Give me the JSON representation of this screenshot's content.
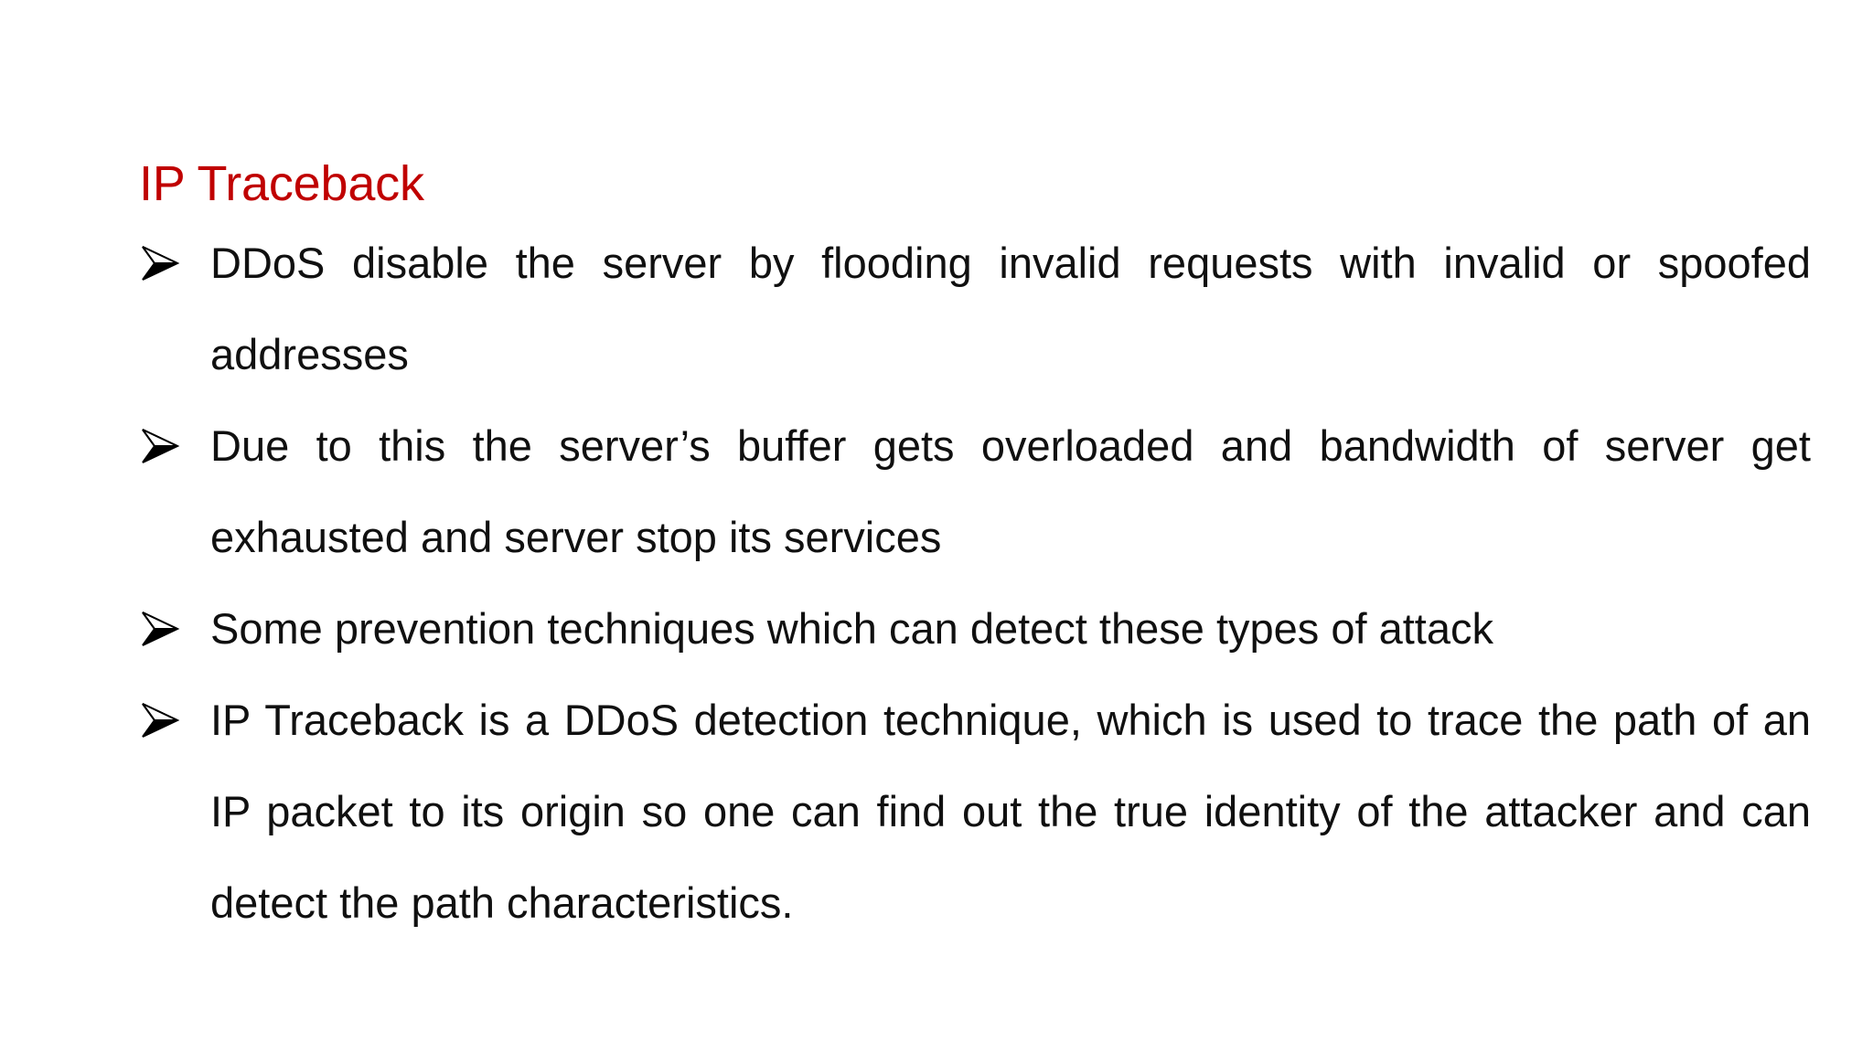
{
  "slide": {
    "background_color": "#FFFFFF",
    "title": {
      "text": "IP Traceback",
      "color": "#C00000"
    },
    "bullet_marker": {
      "glyph": "arrowhead-bullet",
      "unicode": "➢",
      "color": "#000000"
    },
    "body": {
      "text_color": "#101010",
      "bullets": [
        {
          "id": "bullet-ddos-flooding",
          "text": "DDoS disable the server by flooding invalid requests with invalid or spoofed addresses",
          "alignment": "justify"
        },
        {
          "id": "bullet-buffer-overload",
          "text": "Due to this the server’s buffer gets overloaded and bandwidth of server get exhausted and server stop its services",
          "alignment": "justify"
        },
        {
          "id": "bullet-prevention-techniques",
          "text": "Some prevention techniques which can detect these types of attack",
          "alignment": "justify"
        },
        {
          "id": "bullet-ip-traceback-definition",
          "text": "IP Traceback is a DDoS detection technique, which is used to trace the path of an IP packet to its origin so one can find out the true identity of the attacker and can detect the path characteristics.",
          "alignment": "justify"
        }
      ]
    }
  }
}
